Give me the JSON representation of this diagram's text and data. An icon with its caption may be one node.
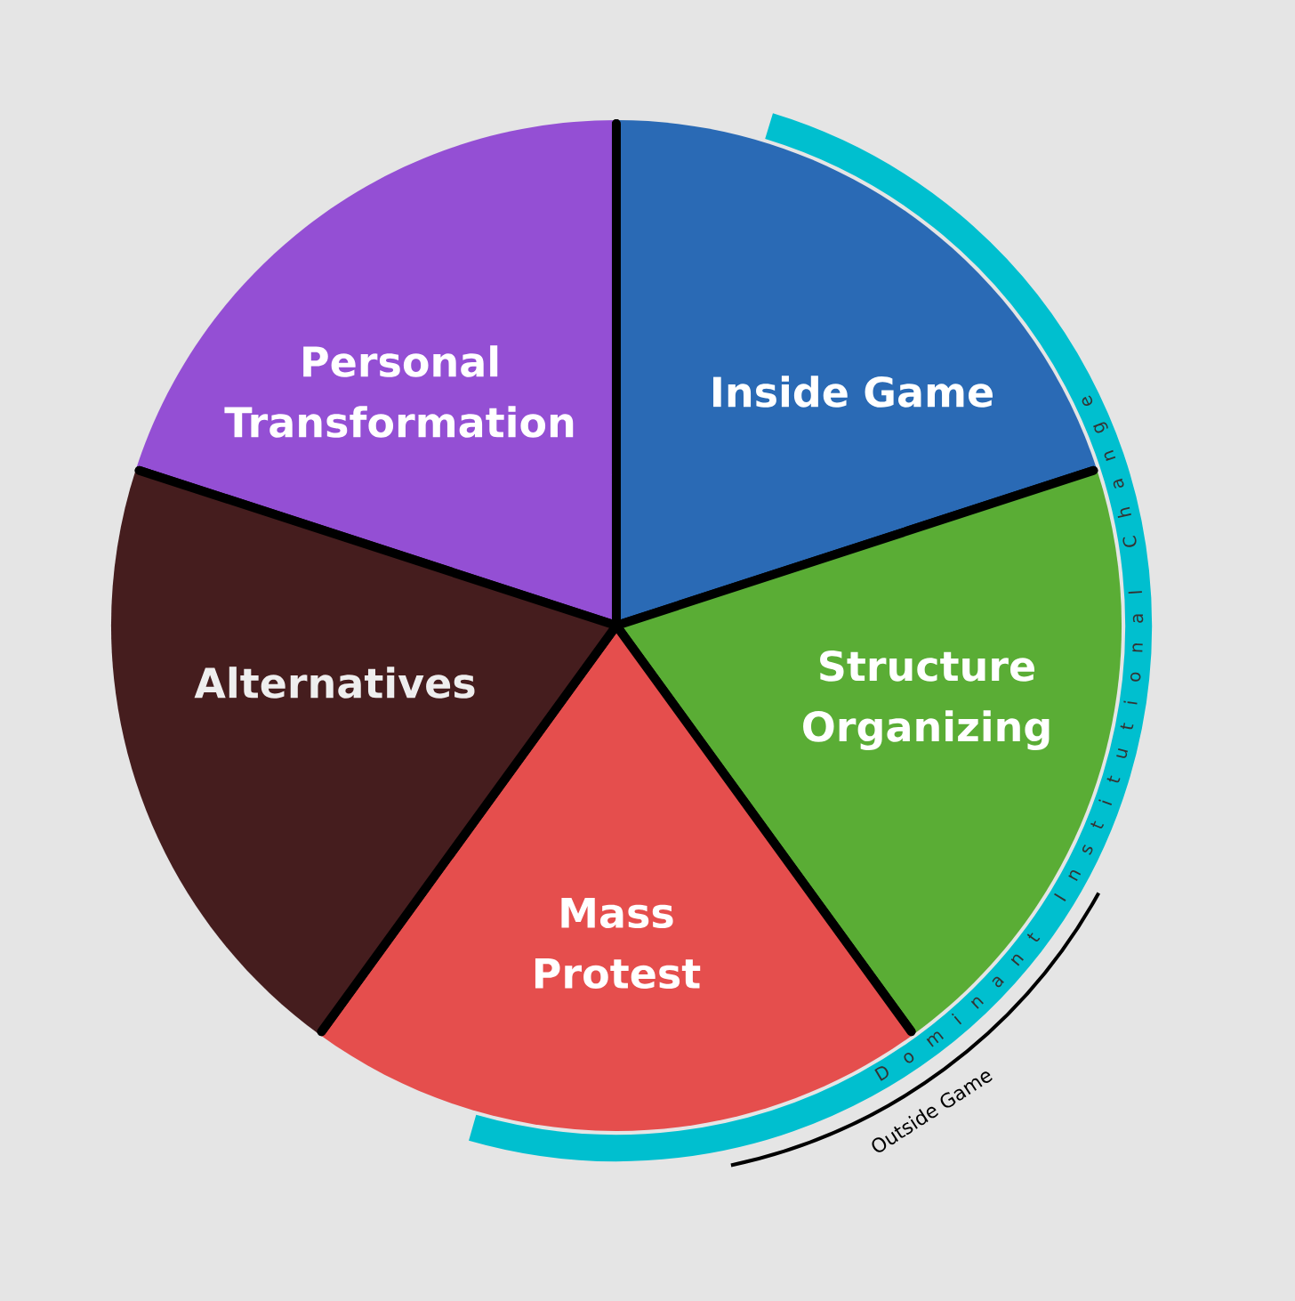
{
  "diagram": {
    "nodes": [
      {
        "text": [
          "Personal Transformation"
        ]
      },
      {
        "text": [
          "Inside Game"
        ]
      },
      {
        "text": [
          "Structure Organizing"
        ]
      },
      {
        "text": [
          "Mass Protest"
        ]
      },
      {
        "text": [
          "Alternatives"
        ]
      }
    ],
    "labels": [
      "Dominant Institutional Change",
      "Outside Game"
    ]
  }
}
